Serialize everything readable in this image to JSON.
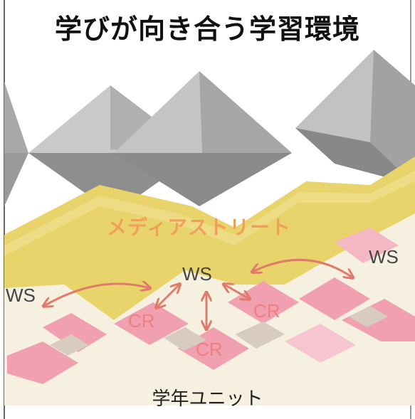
{
  "title": "学びが向き合う学習環境",
  "media_street_label": "メディアストリート",
  "areas": {
    "ws_left": "WS",
    "ws_center": "WS",
    "ws_right": "WS",
    "cr_left": "CR",
    "cr_right": "CR",
    "cr_bottom": "CR"
  },
  "unit_label": "学年ユニット",
  "colors": {
    "roof_dark": "#8e8e8e",
    "roof_light": "#c9c9c9",
    "media_street": "#e8d46a",
    "classroom": "#f0a0b0",
    "floor": "#f5f0e0",
    "arrow": "#e07a6a"
  }
}
